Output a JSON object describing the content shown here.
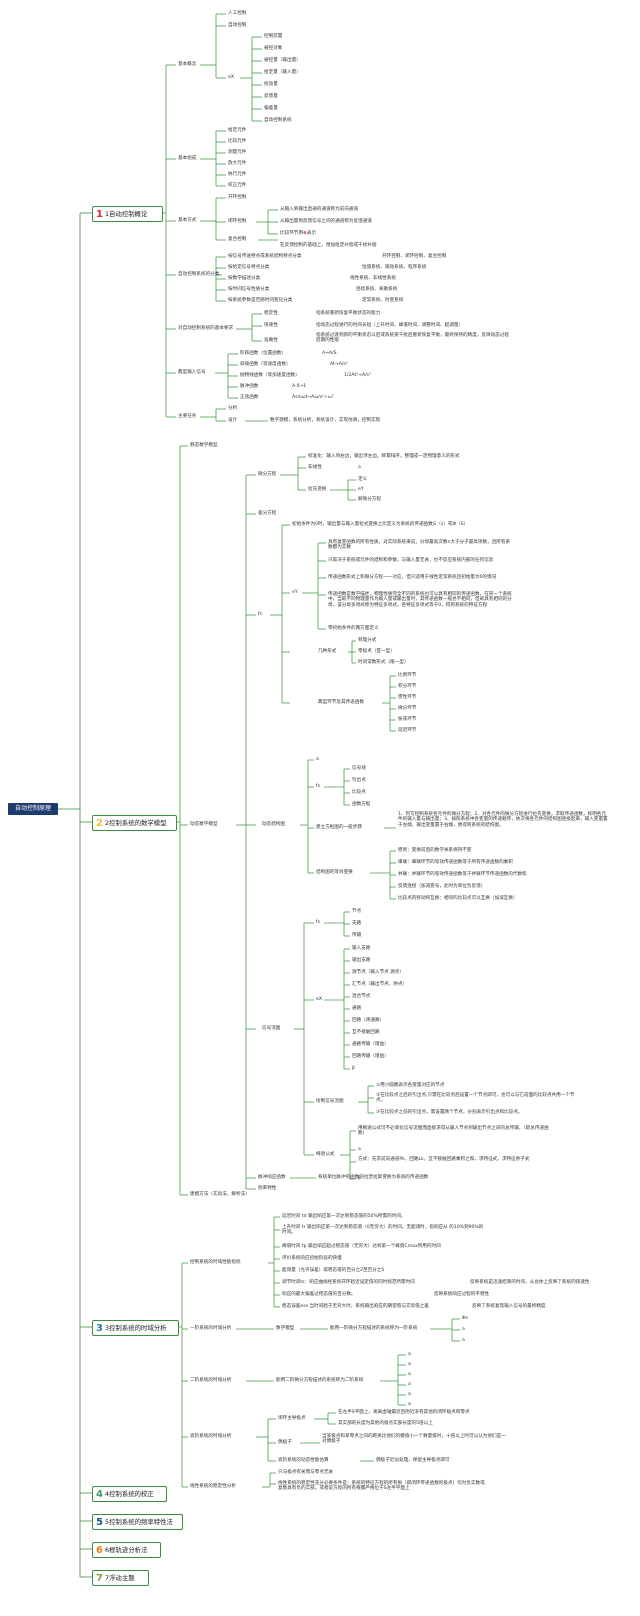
{
  "root": "自动控制原理",
  "topics": [
    {
      "num": "1",
      "label": "1自动控制概论",
      "color": "#d9272e"
    },
    {
      "num": "2",
      "label": "2控制系统的数学模型",
      "color": "#f1c232"
    },
    {
      "num": "3",
      "label": "3控制系统的时域分析",
      "color": "#2e75b6"
    },
    {
      "num": "4",
      "label": "4控制系统的校正",
      "color": "#38a169"
    },
    {
      "num": "5",
      "label": "5控制系统的频率特性法",
      "color": "#1f4e99"
    },
    {
      "num": "6",
      "label": "6根轨迹分析法",
      "color": "#e67e22"
    },
    {
      "num": "7",
      "label": "7浮动主题",
      "color": "#7ea63b"
    }
  ],
  "t1": {
    "basic": "基本概念",
    "ai": "人工控制",
    "auto": "自动控制",
    "ex": "eX",
    "ex_items": [
      "控制装置",
      "被控对象",
      "被控量（输出量）",
      "给定量（输入量）",
      "扰动量",
      "反馈量",
      "偏差量",
      "自动控制系统"
    ],
    "comp": "基本组成",
    "comp_items": [
      "给定元件",
      "比较元件",
      "测量元件",
      "放大元件",
      "执行元件",
      "校正元件"
    ],
    "mode": "基本方式",
    "open": "开环控制",
    "closed": "闭环控制",
    "closed_items": [
      "从输入到输出直通的通道称为前向通道",
      "从输出量到反馈信号之间的通道称为反馈通道",
      "比较环节用"
    ],
    "closed_tail": "表示",
    "compound": "复合控制",
    "compound_text": "在反馈控制的基础上，附加给定补偿或干扰补偿",
    "cls": "自动控制系统的分类",
    "cls_items": [
      "按信号传送特点或系统结构特点分类",
      "按给定信号特点分类",
      "按数学描述分类",
      "按时间信号性质分类",
      "按系统参数是否随时间变化分类"
    ],
    "cls_vals": [
      "开环控制、闭环控制、复合控制",
      "恒值系统、随动系统、程序系统",
      "线性系统、非线性系统",
      "连续系统、离散系统",
      "定常系统、时变系统"
    ],
    "req": "对自动控制系统的基本要求",
    "req_items": [
      "稳定性",
      "快速性",
      "准确性"
    ],
    "req_vals": [
      "指系统重新恢复平衡状态的能力",
      "指动态过程进行的时间长短（上升时间、峰值时间、调整时间、超调量）",
      "指系统过渡到新的平衡状态以后或系统受干扰后重新恢复平衡，最终保持的精度，反映动态过程后期的性能"
    ],
    "sig": "典型输入信号",
    "sig_items": [
      "阶跃函数（位置函数）",
      "斜坡函数（等速度函数）",
      "抛物线函数（等加速度函数）",
      "脉冲函数",
      "正弦函数"
    ],
    "sig_vals": [
      "A→A/S",
      "At→A/s²",
      "1/2At²→A/s³",
      "A·δ→1",
      "Asinωt→Aω/s²+ω²"
    ],
    "tasks": "主要任务",
    "analysis": "分析",
    "design": "设计",
    "design_text": "数学建模，系统分析，系统设计，实现仿真，控制实现"
  },
  "t2": {
    "static": "静态数学模型",
    "dynamic": "动态数学模型",
    "ode": "微分方程",
    "ode_norm": "标准化：输入项右边，输出项左边，降幂排序，整理成一定物理意义的形式",
    "linear": "非线性",
    "lin_a": "a",
    "lap": "拉氏变换",
    "lap_items": [
      "定义",
      "eY",
      "解微分方程"
    ],
    "diff": "差分方程",
    "fs": "fs",
    "tf_def": "初始条件为0时，输出量与输入量拉式变换之比定义为系统的传递函数G（s）或Φ（S）",
    "ey": "eY",
    "ey_items": [
      "具有复变函数的所有性质，对实际系统来说，分母最高次数n大于分子最高项数，且所有系数都为实数",
      "只取决于系统或元件的结构和参数，与输入量无关，也不反应系统内部的任何信息",
      "传递函数形式上和微分方程一一对应，但只适用于线性定常系统且初始量为0的情况",
      "传递函数是数学描述，物理性质完全不同的系统也可以具有相同的传递函数，在同一个系统中，当取不同物理量作为输入量或输出量时，其传递函数一般也不相同，但却具有相同的分母，该分母多项式称为特征多项式，各特征多项式等于0，得到系统的特征方程",
      "零初始条件的两方面定义"
    ],
    "geo": "几种形式",
    "geo_items": [
      "有理分式",
      "零极点（首一型）",
      "时间常数形式（尾一型）"
    ],
    "typ": "典型环节及其传递函数",
    "typ_items": [
      "比例环节",
      "积分环节",
      "惯性环节",
      "微分环节",
      "振荡环节",
      "延迟环节"
    ],
    "bd": "动态结构图",
    "bd_a": "a",
    "bd_fs": "fs",
    "bd_fs_items": [
      "信号线",
      "引出点",
      "比较点",
      "函数方框"
    ],
    "build": "建立方框图的一般步骤",
    "build_text": "1、列写控制系统各元件的微分方程；2、对各元件的微分方程进行拉氏变换，求取传递函数，标明各元件的输入量与输出量；3、按照系统中各变量的传递顺序，依次将各元件的结构图连接起来，输入变量置于左端，输出变量置于右端，便得到系统的结构图。",
    "equiv": "结构图的等效变换",
    "equiv_items": [
      "原则：变换前后的数学关系保持不变",
      "串联：串联环节的等效传递函数等于所有传递函数的乘积",
      "并联：并联环节的等效传递函数等于并联环节传递函数的代数和",
      "反馈连接（加减变号，此时为单位负反馈）",
      "比较点的移动和互换：相邻的比较点可以互换（加减互换）"
    ],
    "sfg": "信号流图",
    "sfg_fs": "fs",
    "sfg_fs_items": [
      "节点",
      "支路",
      "传输"
    ],
    "sfg_ex": "eX",
    "sfg_ex_items": [
      "输入支路",
      "输出支路",
      "源节点（输入节点 源点）",
      "汇节点（输出节点、阱点）",
      "混合节点",
      "通路",
      "回路（闭通路）",
      "互不接触回路",
      "通路传输（增益）",
      "回路传输（增益）"
    ],
    "sfg_ex_last": "β",
    "draw": "绘制信号流图",
    "draw_items": [
      "①用小圆圈表示各变量对应的节点",
      "②在比较点之后的引出点,只需在比较点后设置一个节点即可，也可以与它前面的比较点共用一个节点。",
      "③在比较点之前的引出点，需设置两个节点，分别表示引出点和比较点。"
    ],
    "mason": "梅逊公式",
    "mason_text": "用梅逊公式可不必简化信号流图而直接求得从输入节点到输出节点之间的总传输，（即总传递函数）",
    "mason_a": "a",
    "mason_m": "方式：先求前向通道Pk，回路Lk，互不接触回路乘积之和，求特征式，求特征余子式",
    "mason_b": "β",
    "impulse": "脉冲响应函数",
    "impulse_text": "系统单位脉冲的函数的拉普拉斯变换为系统的传递函数",
    "freq": "频率特性",
    "method": "建模方法（实验法，解析法）"
  },
  "t3": {
    "perf": "控制系统的时域性能指标",
    "perf_items": [
      "延迟时间 td 输出响应第一次达到稳态值的50%所需的时间。",
      "上升时间 tr 输出响应第一次达到稳态值（0无穷大）的时间。无超调时，指响应从 的10%到90%的时间。",
      "峰值时间 tp 输出响应超过稳态值（无穷大）达到第一个峰值Cmax所用的时间",
      "评价系统响应初始阶段的快慢",
      "超调量（允许误差）取稳态值的百分之2至百分之5",
      "调节时间ts：响应曲线经系统开环趋近设定值的同时规范所需时间",
      "响应的最大偏差过稳态值的百分数。",
      "稳态误差ess 当时间趋于无穷大时，系统输出响应的期望值与实际值之差"
    ],
    "perf_right": [
      "反映系统是迅速结束的时间，从总体上反映了系统的快速性",
      "反映系统响应过程的平稳性",
      "反映了系统复现输入信号的最终精度"
    ],
    "first": "一阶系统的时域分析",
    "first_model": "数学模型",
    "first_text": "能用一阶微分方程描述的系统称为一阶系统",
    "first_right": [
      "Φs",
      "a",
      "a"
    ],
    "second": "二阶系统的时域分析",
    "second_text": "能用二阶微分方程描述的系统称为二阶系统",
    "second_right": [
      "a",
      "a",
      "a",
      "a",
      "a",
      "a"
    ],
    "high": "高阶系统的时域分析",
    "high_items": [
      "闭环主导极点",
      "偶极子",
      "高阶系统的动态性能估算"
    ],
    "high_vals": [
      "在左半S平面上，离离虚轴最近且附近没有其他的闭环极点和零点",
      "其实部的长度为其他的极点实部长度的5倍以上",
      "当某极点和某零点之间的距离比他们的模值小一个数量级时，十倍以上时可以认为他们是一对偶极子",
      "偶极子近似处理，保留主导极点即可"
    ],
    "stab": "线性系统的稳定性分析",
    "stab_items": [
      "只与极点有关而与零点无关",
      "线性系统的稳定性充分必要条件是：系统的特征方程的所有根（即闭环传递函数的极点）均为负实数或复数具有负的实部。或者说方程的所有根都严格位于S左半平面上"
    ]
  }
}
